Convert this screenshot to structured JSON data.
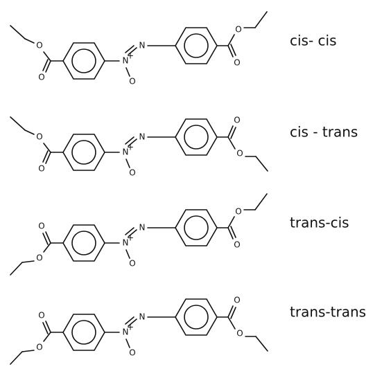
{
  "isomers": [
    {
      "label": "cis- cis",
      "left_ester": "cis",
      "right_ester": "cis"
    },
    {
      "label": "cis - trans",
      "left_ester": "cis",
      "right_ester": "trans"
    },
    {
      "label": "trans-cis",
      "left_ester": "trans",
      "right_ester": "cis"
    },
    {
      "label": "trans-trans",
      "left_ester": "trans",
      "right_ester": "trans"
    }
  ],
  "atoms": {
    "oxygen": "O",
    "nitrogen": "N",
    "azoxy_nitrogen": "N",
    "n_oxide": "O",
    "n_oxide_charge": "+"
  }
}
